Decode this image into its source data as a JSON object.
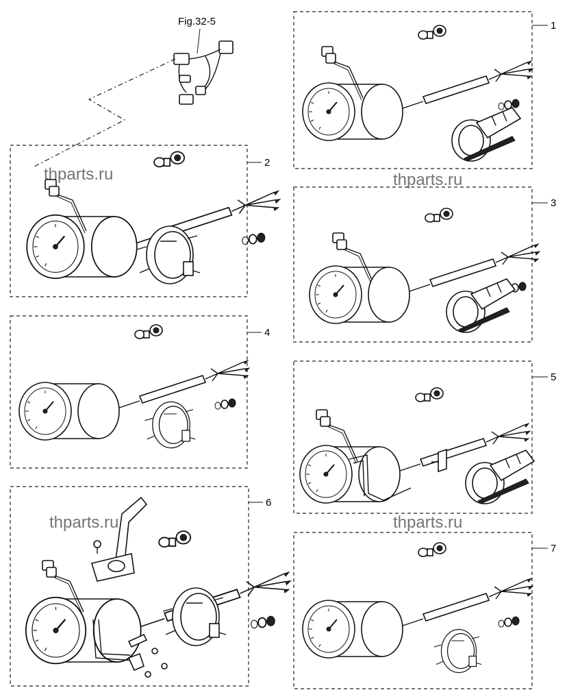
{
  "figure_reference": "Fig.32-5",
  "callouts": [
    "1",
    "2",
    "3",
    "4",
    "5",
    "6",
    "7"
  ],
  "watermark": "thparts.ru"
}
